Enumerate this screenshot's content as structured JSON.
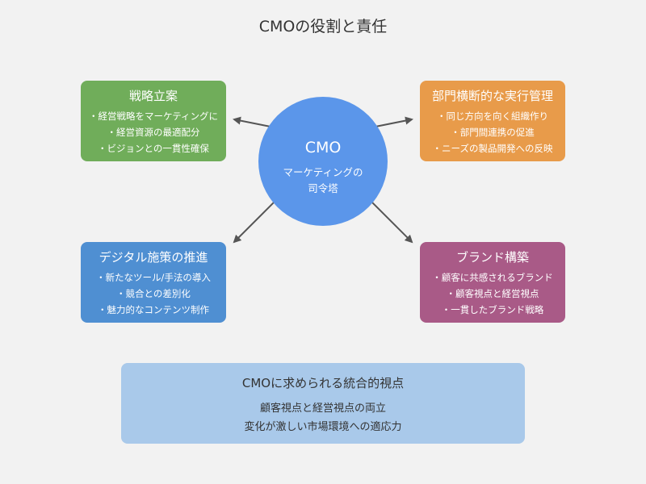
{
  "title": "CMOの役割と責任",
  "center": {
    "label": "CMO",
    "subtitle_lines": [
      "マーケティングの",
      "司令塔"
    ]
  },
  "boxes": {
    "strategy": {
      "heading": "戦略立案",
      "items": [
        "・経営戦略をマーケティングに",
        "・経営資源の最適配分",
        "・ビジョンとの一貫性確保"
      ],
      "color": "#70ad5a"
    },
    "org": {
      "heading": "部門横断的な実行管理",
      "items": [
        "・同じ方向を向く組織作り",
        "・部門間連携の促進",
        "・ニーズの製品開発への反映"
      ],
      "color": "#e89b4a"
    },
    "digital": {
      "heading": "デジタル施策の推進",
      "items": [
        "・新たなツール/手法の導入",
        "・競合との差別化",
        "・魅力的なコンテンツ制作"
      ],
      "color": "#4f8fd2"
    },
    "brand": {
      "heading": "ブランド構築",
      "items": [
        "・顧客に共感されるブランド",
        "・顧客視点と経営視点",
        "・一貫したブランド戦略"
      ],
      "color": "#a95a87"
    }
  },
  "bottom_panel": {
    "heading": "CMOに求められる統合的視点",
    "lines": [
      "顧客視点と経営視点の両立",
      "変化が激しい市場環境への適応力"
    ]
  }
}
